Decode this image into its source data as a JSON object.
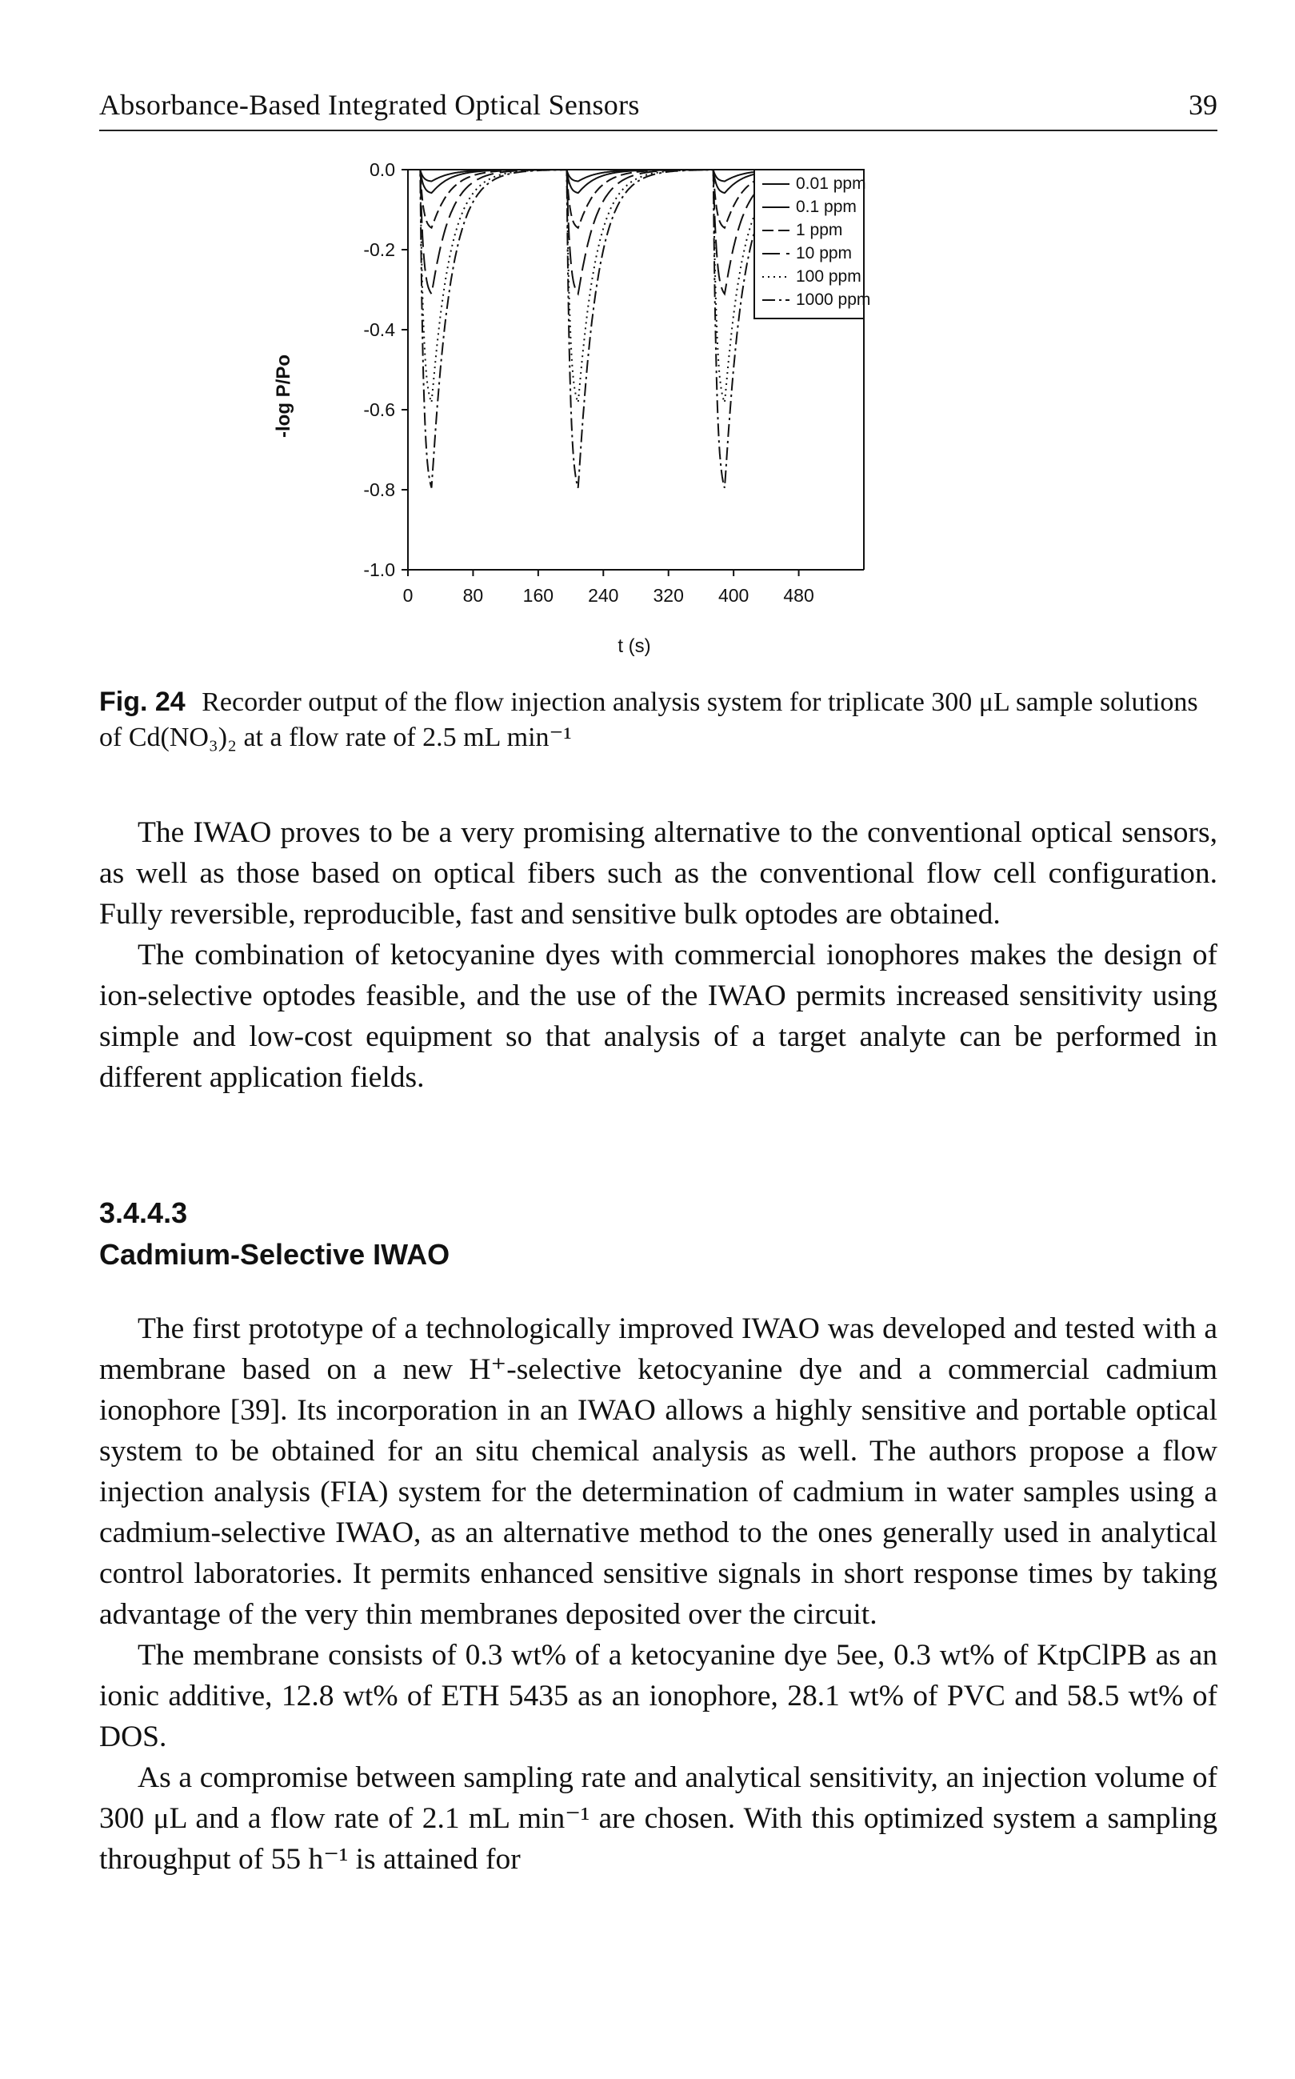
{
  "header": {
    "title": "Absorbance-Based Integrated Optical Sensors",
    "page_number": "39"
  },
  "chart_data": {
    "type": "line",
    "title": "",
    "xlabel": "t (s)",
    "ylabel": "-log P/Po",
    "xlim": [
      0,
      560
    ],
    "ylim": [
      -1.0,
      0.0
    ],
    "x_ticks": [
      "0",
      "80",
      "160",
      "240",
      "320",
      "400",
      "480"
    ],
    "y_ticks": [
      "0.0",
      "-0.2",
      "-0.4",
      "-0.6",
      "-0.8",
      "-1.0"
    ],
    "injection_times": [
      15,
      195,
      375
    ],
    "series": [
      {
        "name": "0.01 ppm",
        "style": "solid",
        "peak_depth": -0.03
      },
      {
        "name": "0.1 ppm",
        "style": "solid",
        "peak_depth": -0.06
      },
      {
        "name": "1 ppm",
        "style": "dashed",
        "peak_depth": -0.15
      },
      {
        "name": "10 ppm",
        "style": "longdash",
        "peak_depth": -0.32
      },
      {
        "name": "100 ppm",
        "style": "dotted",
        "peak_depth": -0.6
      },
      {
        "name": "1000 ppm",
        "style": "dashdot",
        "peak_depth": -0.82
      }
    ],
    "legend": "top-right",
    "grid": false
  },
  "caption": {
    "label": "Fig. 24",
    "text": "Recorder output of the flow injection analysis system for triplicate 300 μL sample solutions of Cd(NO₃)₂ at a flow rate of 2.5 mL min⁻¹"
  },
  "paragraphs_top": [
    "The IWAO proves to be a very promising alternative to the conventional optical sensors, as well as those based on optical fibers such as the conventional flow cell configuration. Fully reversible, reproducible, fast and sensitive bulk optodes are obtained.",
    "The combination of ketocyanine dyes with commercial ionophores makes the design of ion-selective optodes feasible, and the use of the IWAO permits increased sensitivity using simple and low-cost equipment so that analysis of a target analyte can be performed in different application fields."
  ],
  "section": {
    "number": "3.4.4.3",
    "title": "Cadmium-Selective IWAO"
  },
  "paragraphs_bottom": [
    "The first prototype of a technologically improved IWAO was developed and tested with a membrane based on a new H⁺-selective ketocyanine dye and a commercial cadmium ionophore [39]. Its incorporation in an IWAO allows a highly sensitive and portable optical system to be obtained for an situ chemical analysis as well. The authors propose a flow injection analysis (FIA) system for the determination of cadmium in water samples using a cadmium-selective IWAO, as an alternative method to the ones generally used in analytical control laboratories. It permits enhanced sensitive signals in short response times by taking advantage of the very thin membranes deposited over the circuit.",
    "The membrane consists of 0.3 wt% of a ketocyanine dye 5ee, 0.3 wt% of KtpClPB as an ionic additive, 12.8 wt% of ETH 5435 as an ionophore, 28.1 wt% of PVC and 58.5 wt% of DOS.",
    "As a compromise between sampling rate and analytical sensitivity, an injection volume of 300 μL and a flow rate of 2.1 mL min⁻¹ are chosen. With this optimized system a sampling throughput of 55 h⁻¹ is attained for"
  ]
}
